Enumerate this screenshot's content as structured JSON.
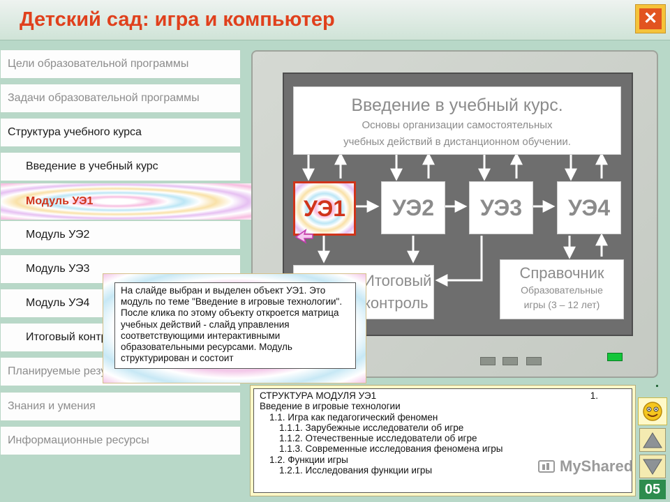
{
  "header": {
    "title": "Детский сад: игра и компьютер",
    "close_label": "✕"
  },
  "menu": {
    "items": [
      {
        "label": "Цели образовательной программы"
      },
      {
        "label": "Задачи образовательной программы"
      },
      {
        "label": "Структура учебного курса"
      },
      {
        "label": "Введение в учебный курс"
      },
      {
        "label": "Модуль УЭ1"
      },
      {
        "label": "Модуль УЭ2"
      },
      {
        "label": "Модуль УЭ3"
      },
      {
        "label": "Модуль УЭ4"
      },
      {
        "label": "Итоговый контроль"
      },
      {
        "label": "Планируемые результаты"
      },
      {
        "label": "Знания и умения"
      },
      {
        "label": "Информационные ресурсы"
      }
    ]
  },
  "diagram": {
    "intro": {
      "title": "Введение в учебный курс.",
      "subtitle_line1": "Основы организации самостоятельных",
      "subtitle_line2": "учебных действий в дистанционном обучении."
    },
    "modules": [
      "УЭ1",
      "УЭ2",
      "УЭ3",
      "УЭ4"
    ],
    "control": {
      "line1": "Итоговый",
      "line2": "контроль"
    },
    "reference": {
      "title": "Справочник",
      "line1": "Образовательные",
      "line2": "игры  (3 – 12 лет)"
    }
  },
  "tooltip": {
    "text": "На слайде выбран и выделен объект УЭ1. Это модуль по теме \"Введение в игровые технологии\". После клика по этому объекту откроется матрица учебных действий - слайд управления соответствующими интерактивными образовательными ресурсами. Модуль структурирован и состоит"
  },
  "structure": {
    "heading": "СТРУКТУРА  МОДУЛЯ   УЭ1",
    "heading_num": "1.",
    "lines": [
      "Введение в игровые технологии",
      "1.1.  Игра как педагогический феномен",
      "1.1.1.  Зарубежные исследователи об игре",
      "1.1.2.  Отечественные исследователи об игре",
      "1.1.3.  Современные исследования феномена игры",
      "1.2.  Функции игры",
      "1.2.1.  Исследования функции игры"
    ]
  },
  "nav": {
    "page_number": "05"
  },
  "watermark": {
    "text": "MyShared"
  },
  "colors": {
    "accent": "#d0341a",
    "title": "#e0401c",
    "page_badge": "#2e8c4e",
    "led": "#13c63a"
  }
}
